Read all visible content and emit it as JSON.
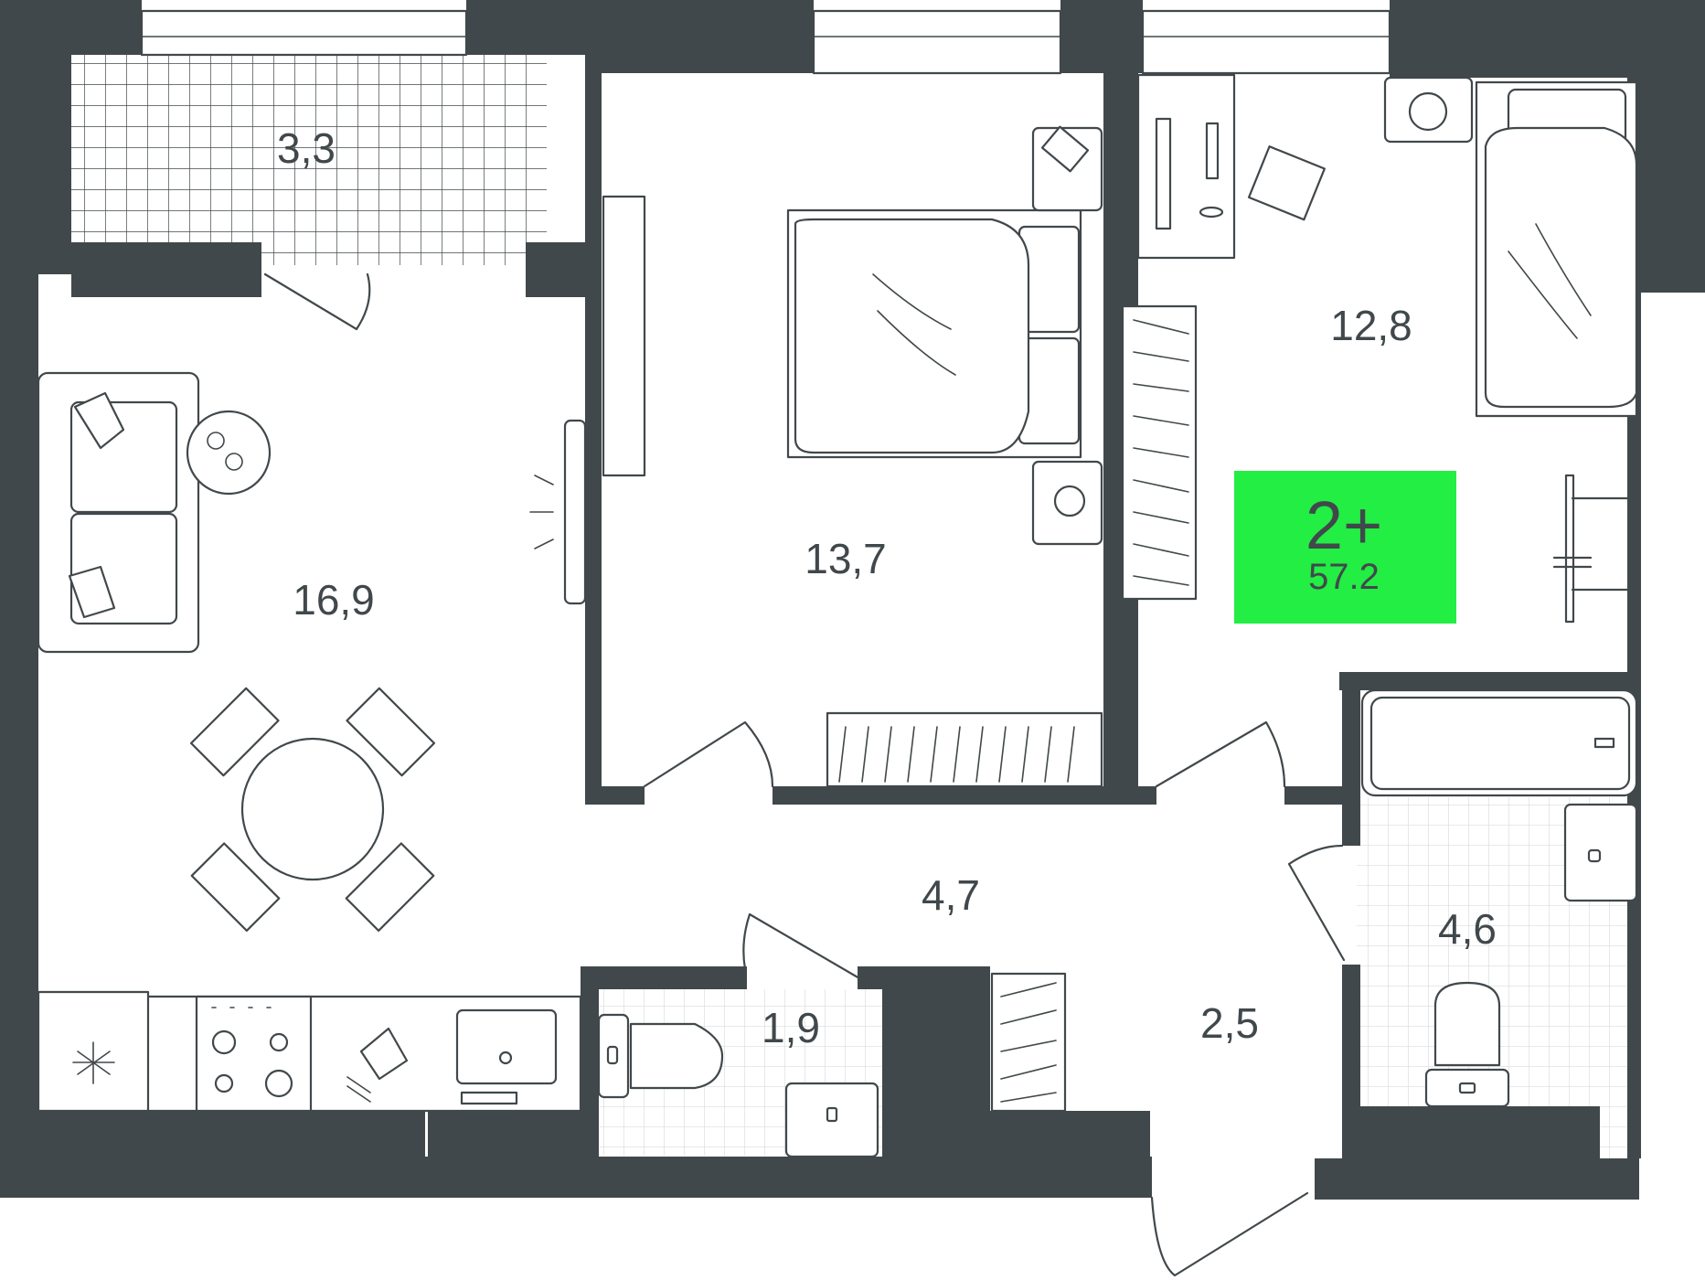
{
  "plan": {
    "rooms": [
      {
        "id": "balcony",
        "area": "3,3"
      },
      {
        "id": "living-kitchen",
        "area": "16,9"
      },
      {
        "id": "bedroom",
        "area": "13,7"
      },
      {
        "id": "bedroom-2",
        "area": "12,8"
      },
      {
        "id": "hallway",
        "area": "4,7"
      },
      {
        "id": "toilet",
        "area": "1,9"
      },
      {
        "id": "entrance",
        "area": "2,5"
      },
      {
        "id": "bathroom",
        "area": "4,6"
      }
    ],
    "badge": {
      "rooms": "2+",
      "total_area": "57.2",
      "color": "#22ee44"
    },
    "colors": {
      "wall": "#41484b",
      "background": "#ffffff",
      "tile_grid": "#d9dcdd"
    },
    "icons": [
      "sofa-icon",
      "bed-icon",
      "dining-table-icon",
      "stove-icon",
      "sink-icon",
      "toilet-icon",
      "bathtub-icon",
      "wardrobe-icon",
      "desk-icon",
      "washing-machine-icon",
      "fridge-icon",
      "door-icon",
      "window-icon"
    ]
  }
}
